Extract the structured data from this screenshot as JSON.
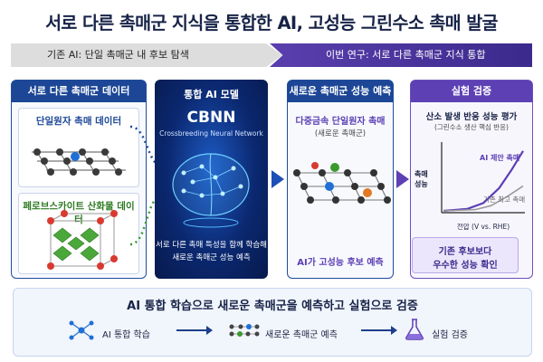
{
  "title": "서로 다른 촉매군 지식을 통합한 AI, 고성능 그린수소 촉매 발굴",
  "banner": {
    "left": "기존 AI: 단일 촉매군 내 후보 탐색",
    "right": "이번 연구: 서로 다른 촉매군 지식 통합"
  },
  "data_panel": {
    "header": "서로 다른 촉매군 데이터",
    "box1_label": "단일원자 촉매 데이터",
    "box2_label": "페로브스카이트 산화물 데이터"
  },
  "ai_panel": {
    "header": "통합 AI 모델",
    "model_name": "CBNN",
    "model_full": "Crossbreeding Neural Network",
    "desc_line1": "서로 다른 촉매 특성을 함께 학습해",
    "desc_line2": "새로운 촉매군 성능 예측"
  },
  "predict_panel": {
    "header": "새로운 촉매군 성능 예측",
    "line1": "다중금속 단일원자 촉매",
    "line2": "(새로운 촉매군)",
    "footer": "AI가 고성능 후보 예측"
  },
  "verify_panel": {
    "header": "실험 검증",
    "chart_title": "산소 발생 반응 성능 평가",
    "chart_subtitle": "(그린수소 생산 핵심 반응)",
    "result_line1": "기존 후보보다",
    "result_line2": "우수한 성능 확인"
  },
  "chart_data": {
    "type": "line",
    "xlabel": "전압 (V vs. RHE)",
    "ylabel": "촉매 성능",
    "series": [
      {
        "name": "AI 제안 촉매",
        "color": "#5b3fb6",
        "x": [
          0,
          0.3,
          0.5,
          0.7,
          0.85,
          1.0
        ],
        "y": [
          0,
          0.03,
          0.12,
          0.35,
          0.62,
          0.92
        ]
      },
      {
        "name": "기존 최고 촉매",
        "color": "#9a9a9a",
        "x": [
          0,
          0.4,
          0.6,
          0.8,
          1.0
        ],
        "y": [
          0,
          0.02,
          0.08,
          0.22,
          0.38
        ]
      }
    ]
  },
  "bottom": {
    "title": "AI 통합 학습으로 새로운 촉매군을 예측하고 실험으로 검증",
    "step1": "AI 통합 학습",
    "step2": "새로운 촉매군 예측",
    "step3": "실험 검증"
  },
  "colors": {
    "navy": "#1d4796",
    "purple": "#5d40b4",
    "green": "#3a9a2e"
  }
}
